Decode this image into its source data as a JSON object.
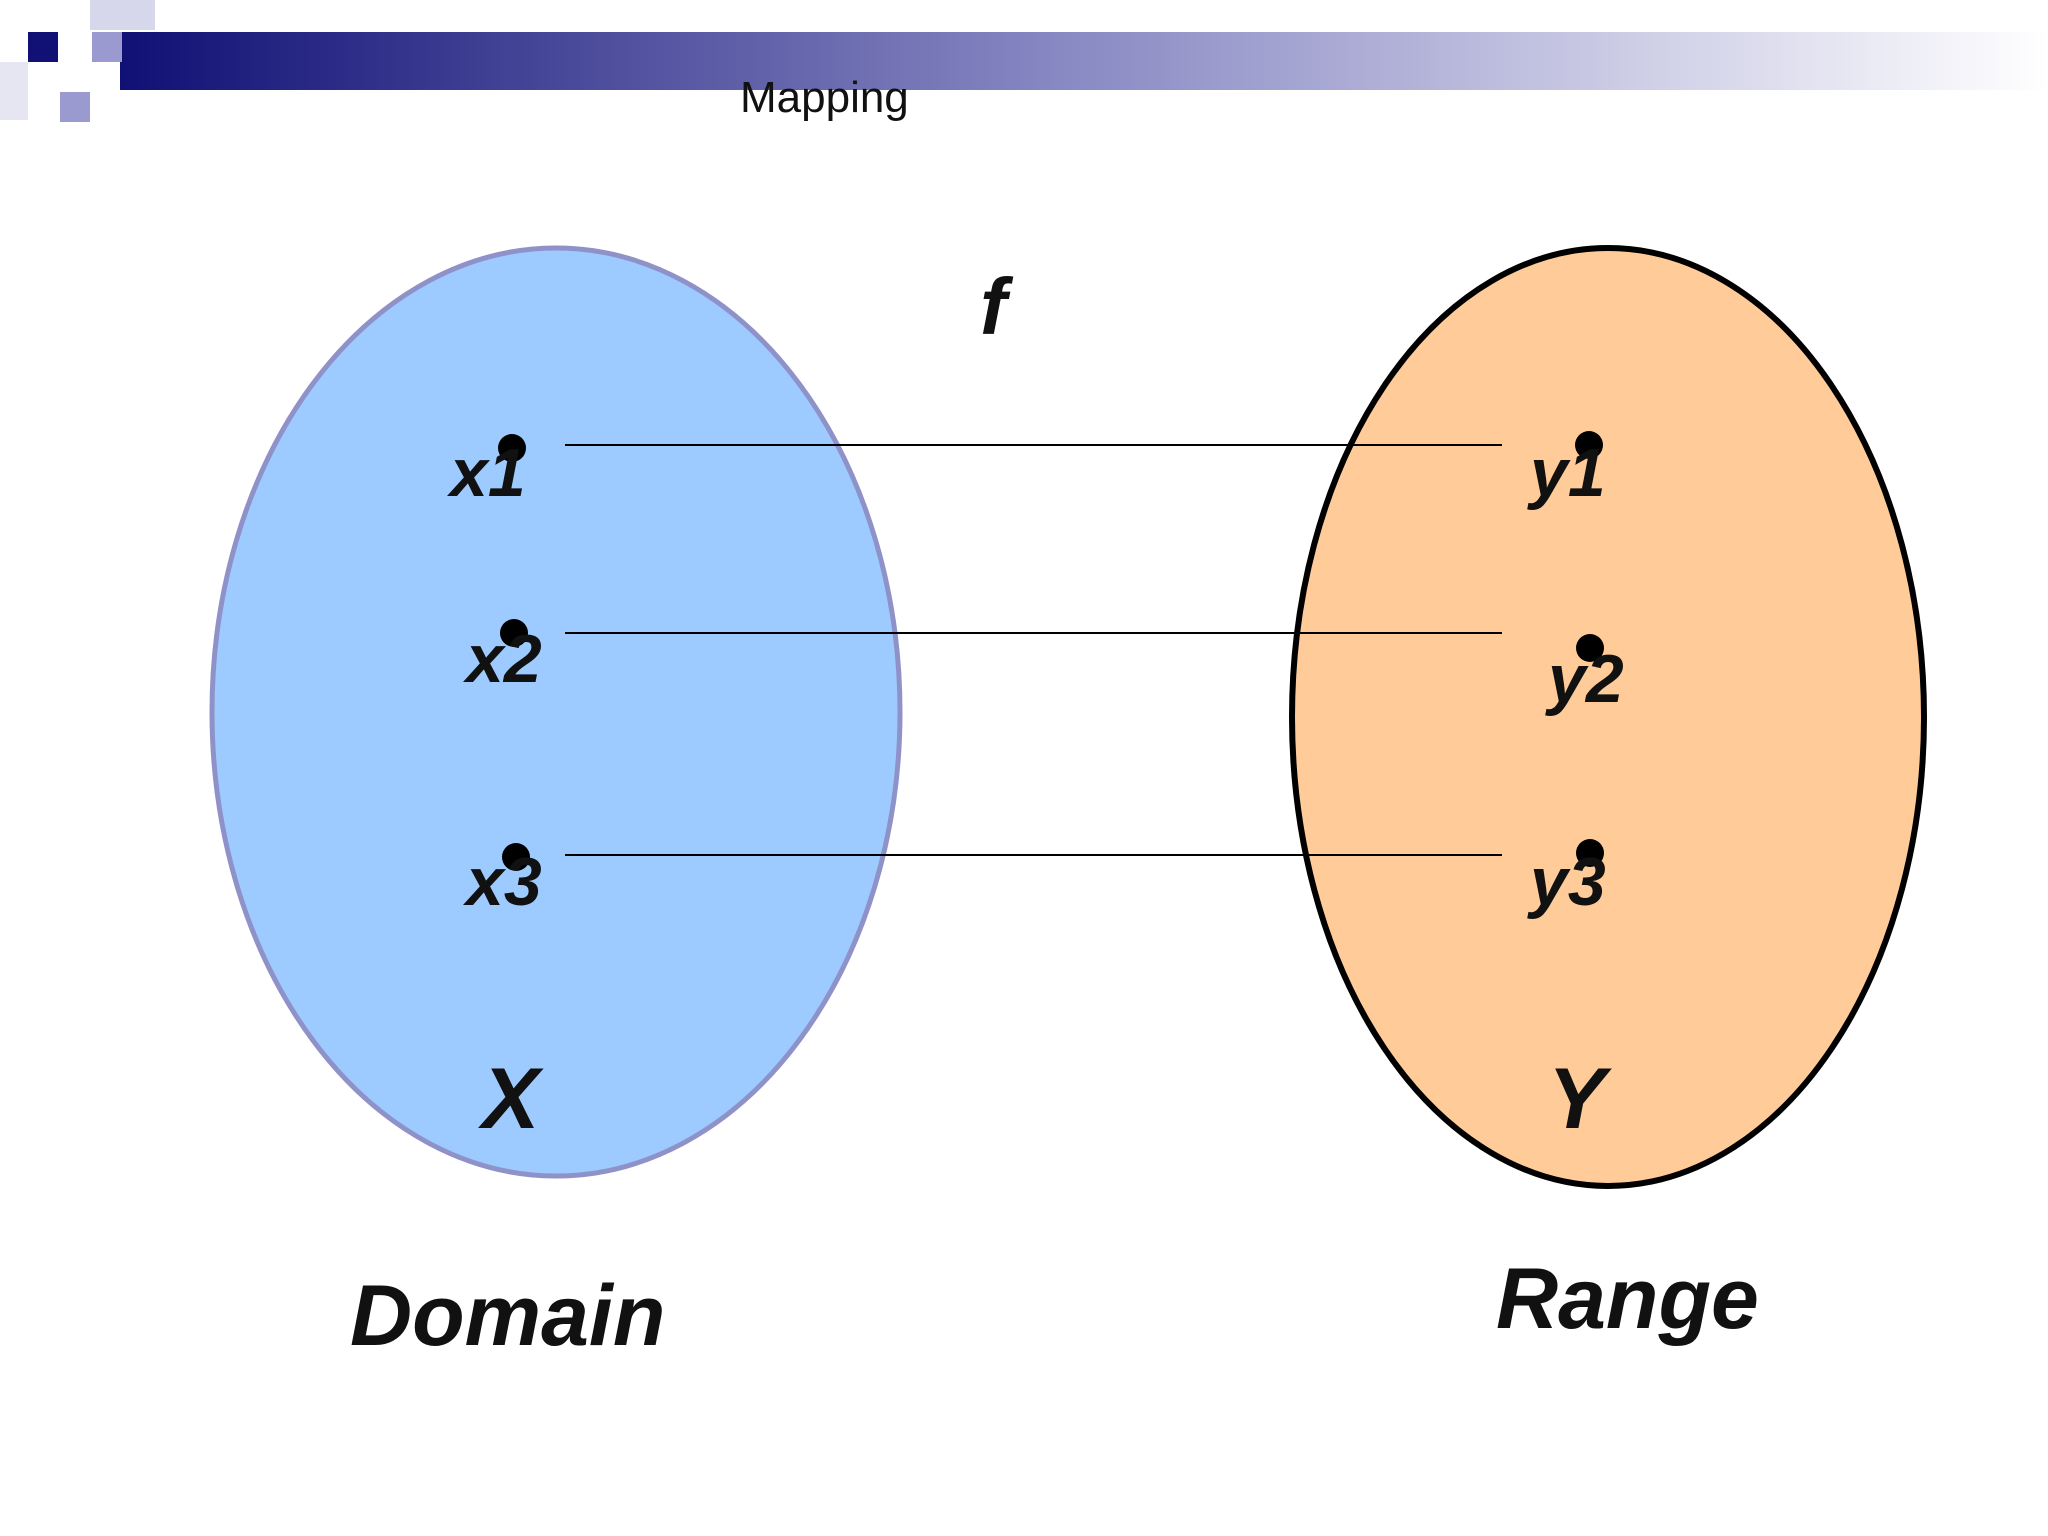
{
  "slide": {
    "title": "Mapping"
  },
  "theme": {
    "banner_start": "#101075",
    "banner_end": "#ffffff",
    "square_dark": "#101075",
    "square_light": "#9a9ad0",
    "domain_fill": "#9ecbff",
    "domain_stroke": "#8f92c8",
    "range_fill": "#ffcc99",
    "range_stroke": "#000000",
    "line_color": "#000000"
  },
  "diagram": {
    "function_label": "f",
    "domain": {
      "set_label": "X",
      "caption": "Domain",
      "elements": [
        "x1",
        "x2",
        "x3"
      ]
    },
    "range": {
      "set_label": "Y",
      "caption": "Range",
      "elements": [
        "y1",
        "y2",
        "y3"
      ]
    },
    "mappings": [
      {
        "from": "x1",
        "to": "y1"
      },
      {
        "from": "x2",
        "to": "y2"
      },
      {
        "from": "x3",
        "to": "y3"
      }
    ]
  }
}
